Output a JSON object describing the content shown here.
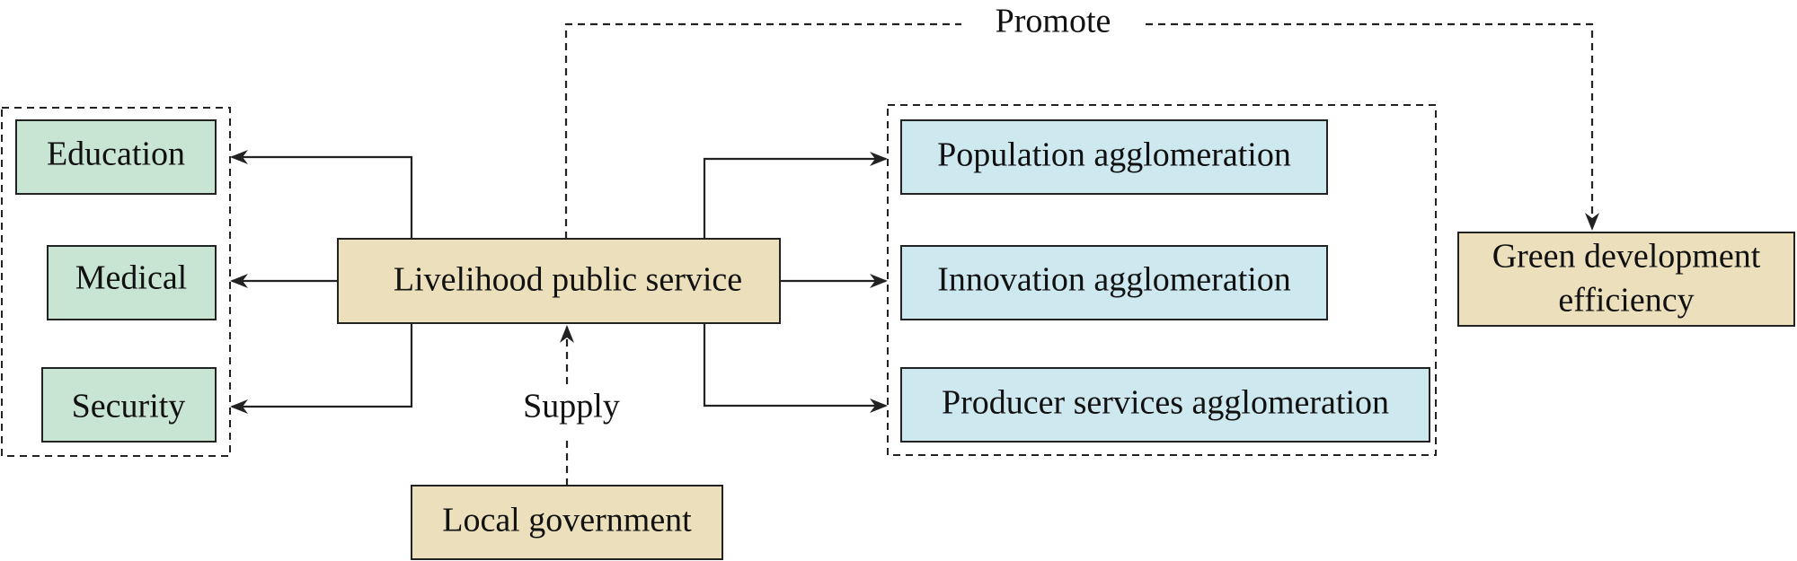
{
  "colors": {
    "green_fill": "#c8e4d2",
    "tan_fill": "#ece0bc",
    "blue_fill": "#cde8ef",
    "stroke": "#222222"
  },
  "nodes": {
    "education": "Education",
    "medical": "Medical",
    "security": "Security",
    "livelihood": "Livelihood public service",
    "local_government": "Local government",
    "population": "Population agglomeration",
    "innovation": "Innovation agglomeration",
    "producer": "Producer services agglomeration",
    "green_line1": "Green development",
    "green_line2": "efficiency"
  },
  "labels": {
    "promote": "Promote",
    "supply": "Supply"
  }
}
